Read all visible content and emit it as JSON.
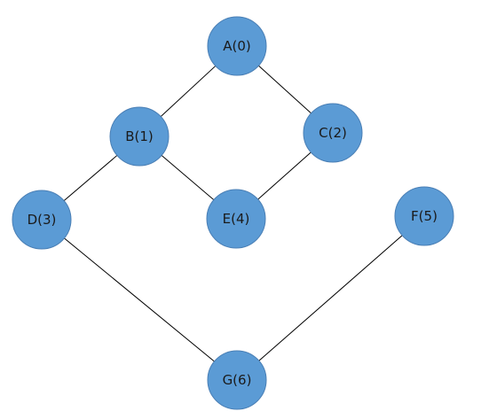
{
  "graph": {
    "node_color": "#5b9bd5",
    "edge_color": "#000000",
    "nodes": [
      {
        "id": "A",
        "label": "A(0)"
      },
      {
        "id": "B",
        "label": "B(1)"
      },
      {
        "id": "C",
        "label": "C(2)"
      },
      {
        "id": "D",
        "label": "D(3)"
      },
      {
        "id": "E",
        "label": "E(4)"
      },
      {
        "id": "F",
        "label": "F(5)"
      },
      {
        "id": "G",
        "label": "G(6)"
      }
    ],
    "edges": [
      {
        "from": "A",
        "to": "B"
      },
      {
        "from": "A",
        "to": "C"
      },
      {
        "from": "B",
        "to": "D"
      },
      {
        "from": "B",
        "to": "E"
      },
      {
        "from": "C",
        "to": "E"
      },
      {
        "from": "D",
        "to": "G"
      },
      {
        "from": "F",
        "to": "G"
      }
    ]
  }
}
